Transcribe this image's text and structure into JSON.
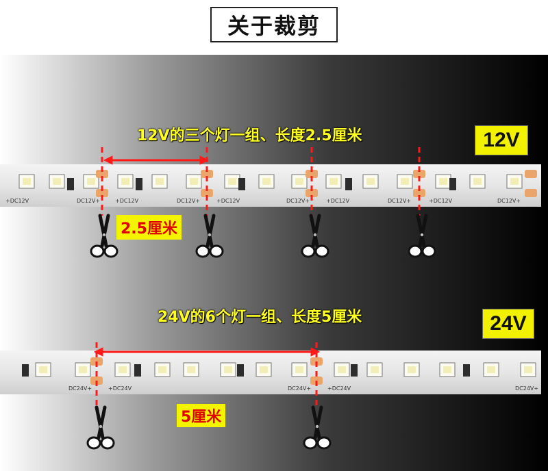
{
  "title": "关于裁剪",
  "strip_12v": {
    "caption": "12V的三个灯一组、长度2.5厘米",
    "voltage": "12V",
    "length_label": "2.5厘米",
    "pcb_labels": [
      "+DC12V",
      "DC12V+",
      "+DC12V",
      "DC12V+",
      "+DC12V",
      "DC12V+",
      "+DC12V",
      "DC12V+",
      "+DC12V",
      "DC12V+"
    ]
  },
  "strip_24v": {
    "caption": "24V的6个灯一组、长度5厘米",
    "voltage": "24V",
    "length_label": "5厘米",
    "pcb_labels": [
      "DC24V+",
      "+DC24V",
      "DC24V+",
      "+DC24V",
      "DC24V+"
    ]
  },
  "colors": {
    "caption": "#ffff22",
    "badge_yellow": "#f2f200",
    "cut_line": "#ff1a1a",
    "measure_line": "#ff1a1a"
  },
  "icons": [
    "scissors-icon"
  ]
}
